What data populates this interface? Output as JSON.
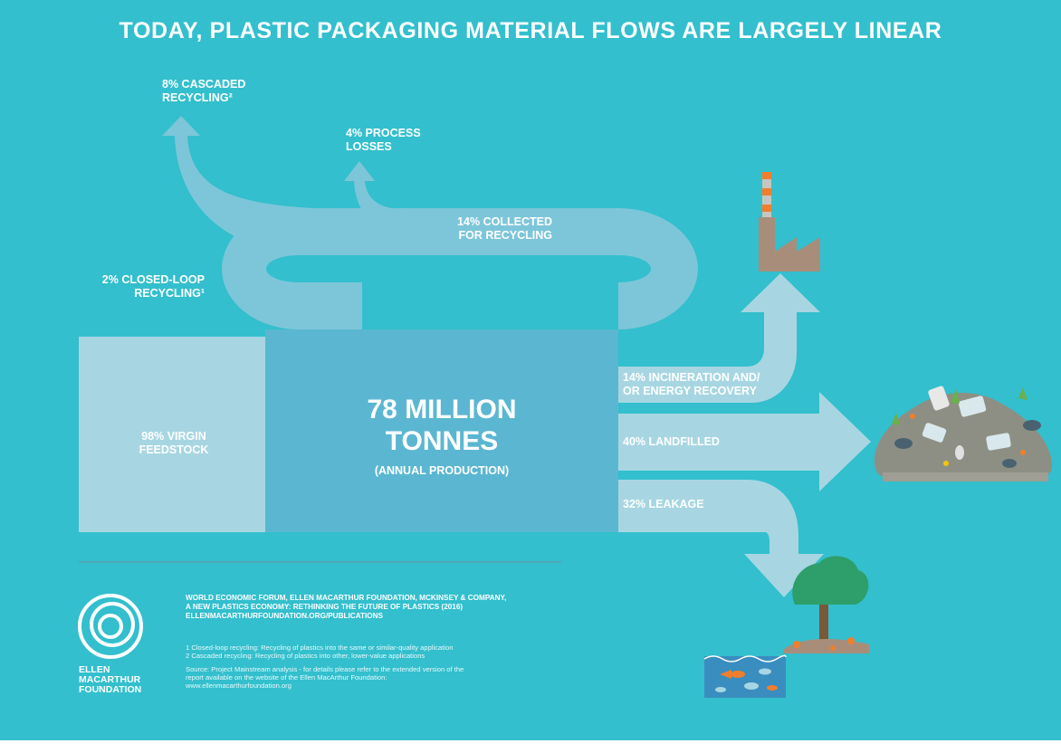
{
  "title": "TODAY, PLASTIC PACKAGING MATERIAL FLOWS ARE LARGELY LINEAR",
  "flows": {
    "cascaded_recycling": {
      "line1": "8% CASCADED",
      "line2": "RECYCLING²"
    },
    "process_losses": {
      "line1": "4% PROCESS",
      "line2": "LOSSES"
    },
    "collected": {
      "line1": "14% COLLECTED",
      "line2": "FOR RECYCLING"
    },
    "closed_loop": {
      "line1": "2% CLOSED-LOOP",
      "line2": "RECYCLING¹"
    },
    "virgin": {
      "line1": "98% VIRGIN",
      "line2": "FEEDSTOCK"
    },
    "incineration": {
      "line1": "14% INCINERATION AND/",
      "line2": "OR ENERGY RECOVERY"
    },
    "landfilled": "40% LANDFILLED",
    "leakage": "32% LEAKAGE"
  },
  "center": {
    "line1": "78 MILLION",
    "line2": "TONNES",
    "sub": "(ANNUAL PRODUCTION)"
  },
  "credit": {
    "line1": "WORLD ECONOMIC FORUM, ELLEN MACARTHUR FOUNDATION, MCKINSEY & COMPANY,",
    "line2": "A NEW PLASTICS ECONOMY: RETHINKING THE FUTURE OF PLASTICS (2016)",
    "line3": "ELLENMACARTHURFOUNDATION.ORG/PUBLICATIONS"
  },
  "footnotes": {
    "note1": "1 Closed-loop recycling: Recycling of plastics into the same or similar-quality application",
    "note2": "2 Cascaded recycling: Recycling of plastics into other, lower-value applications",
    "source1": "Source: Project Mainstream analysis - for details please refer to the extended version of the",
    "source2": "report available on the website of the Ellen MacArthur Foundation:",
    "source3": "www.ellenmacarthurfoundation.org"
  },
  "logo": {
    "line1": "ELLEN",
    "line2": "MACARTHUR",
    "line3": "FOUNDATION"
  },
  "icons": [
    "factory-icon",
    "landfill-icon",
    "tree-icon",
    "ocean-fish-icon",
    "ellen-macarthur-logo-icon"
  ],
  "colors": {
    "background": "#33bfcd",
    "flow_main": "#7dc6d9",
    "flow_light": "#a7d6e2",
    "center_block": "#5bb7d1",
    "factory": "#a88d7a",
    "landfill": "#8d8f84"
  }
}
